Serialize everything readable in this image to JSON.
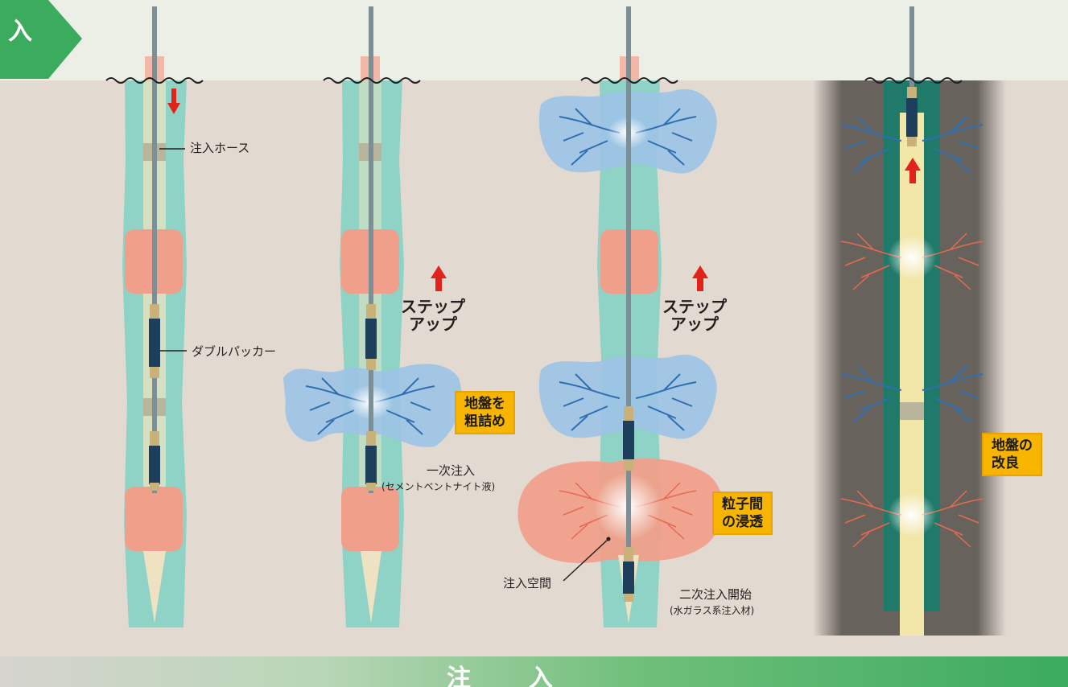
{
  "stage_badge": "入",
  "bottom_bar": "注入",
  "labels": {
    "hose": "注入ホース",
    "packer": "ダブルパッカー",
    "step_up_1": "ステップ\nアップ",
    "step_up_2": "ステップ\nアップ",
    "primary_injection": "一次注入",
    "primary_material": "(セメントベントナイト液)",
    "injection_space": "注入空間",
    "secondary_injection": "二次注入開始",
    "secondary_material": "(水ガラス系注入材)"
  },
  "callouts": {
    "coarse_fill": "地盤を\n粗詰め",
    "interparticle": "粒子間\nの浸透",
    "improvement": "地盤の\n改良"
  },
  "colors": {
    "sky": "#ecefe6",
    "ground": "#e2d9d1",
    "borehole": "#8fd3c6",
    "dark_column": "#1f7a6a",
    "grout_pink": "#f0a08a",
    "grout_blue": "#9cc3e6",
    "callout_yellow": "#f7b500",
    "arrow_red": "#e2231a",
    "badge_green": "#3bab5e"
  }
}
